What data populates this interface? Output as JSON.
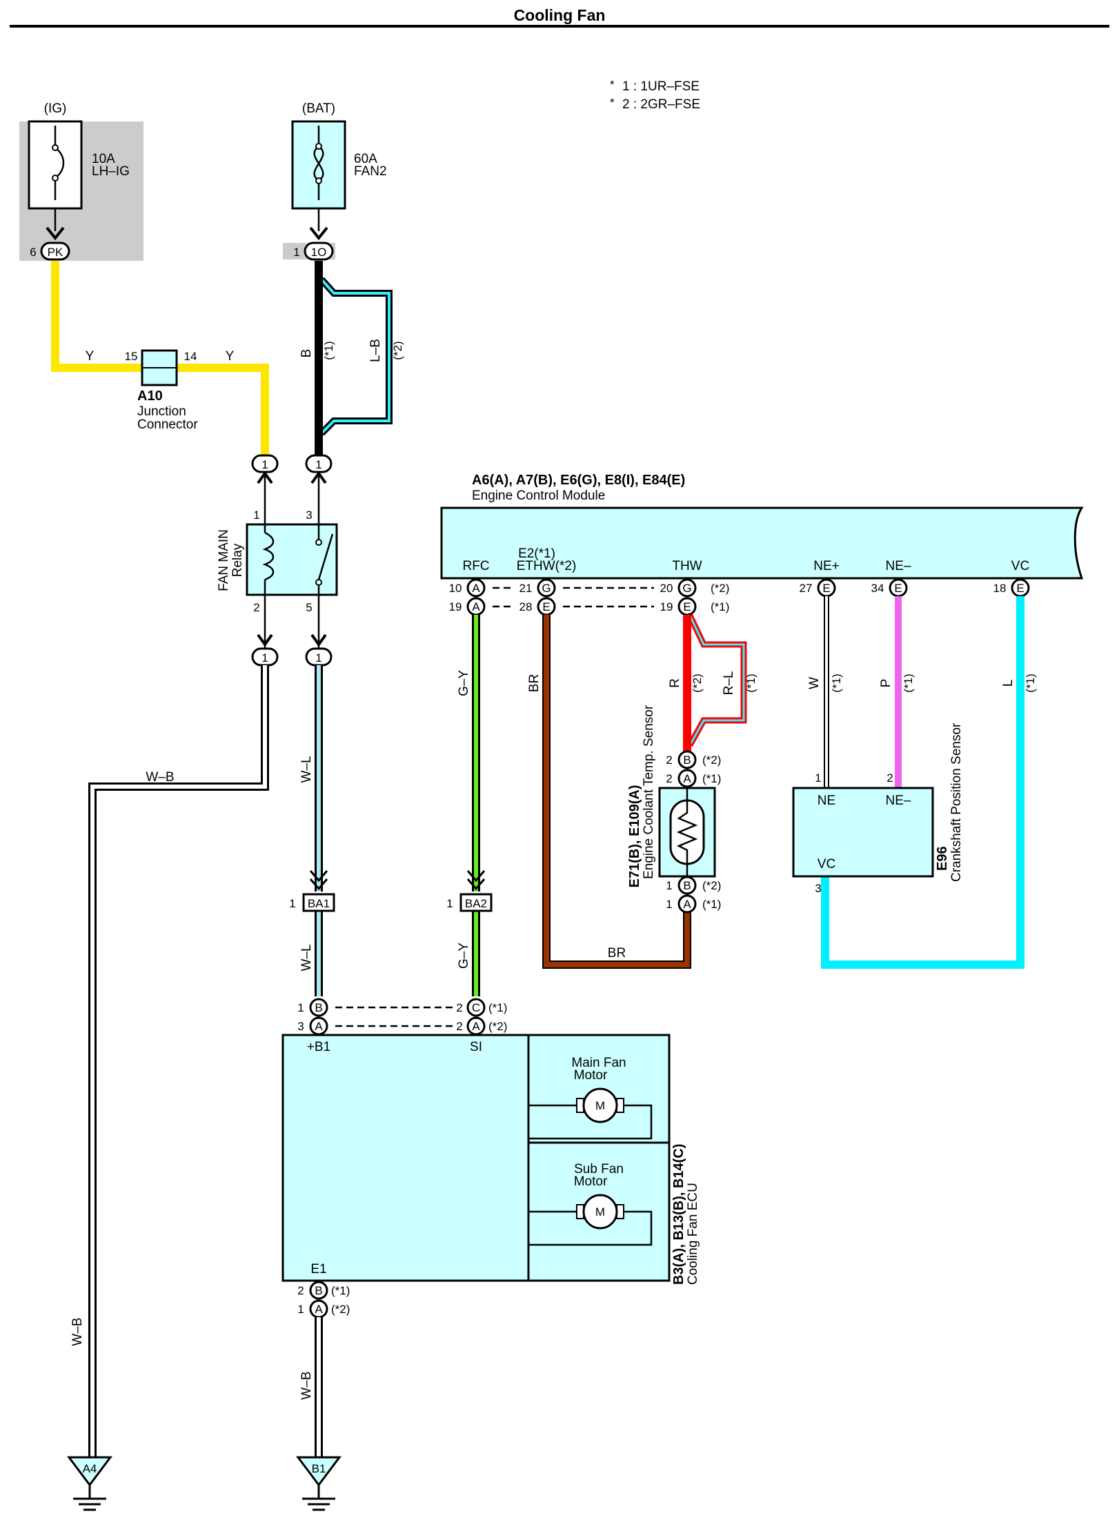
{
  "title": "Cooling Fan",
  "notes": [
    "1 : 1UR–FSE",
    "2 : 2GR–FSE"
  ],
  "note_star": "*",
  "power": {
    "ig": {
      "source": "(IG)",
      "amp": "10A",
      "name": "LH–IG",
      "pin": "6",
      "conn": "PK"
    },
    "bat": {
      "source": "(BAT)",
      "amp": "60A",
      "name": "FAN2",
      "pin": "1",
      "conn": "1O"
    }
  },
  "junction": {
    "code": "A10",
    "line1": "Junction",
    "line2": "Connector",
    "pin_left": "15",
    "pin_right": "14"
  },
  "relay": {
    "line1": "FAN MAIN",
    "line2": "Relay",
    "pin1": "1",
    "pin3": "3",
    "pin2": "2",
    "pin5": "5"
  },
  "ecm": {
    "codes": "A6(A), A7(B), E6(G), E8(I), E84(E)",
    "name": "Engine Control Module",
    "terminals": {
      "rfc": "RFC",
      "e2": "E2(*1)",
      "ethw": "ETHW(*2)",
      "thw": "THW",
      "nep": "NE+",
      "nem": "NE–",
      "vc": "VC"
    },
    "pins": {
      "rfc_a": "10",
      "rfc_b": "19",
      "e2_a": "21",
      "e2_b": "28",
      "thw_a": "20",
      "thw_b": "19",
      "nep": "27",
      "nem": "34",
      "vc": "18"
    },
    "letters": {
      "A": "A",
      "G": "G",
      "E": "E",
      "B": "B",
      "C": "C"
    },
    "variants": {
      "v1": "(*1)",
      "v2": "(*2)"
    }
  },
  "wires": {
    "y": "Y",
    "b": "B",
    "lb": "L–B",
    "wb": "W–B",
    "wl": "W–L",
    "gy": "G–Y",
    "br": "BR",
    "r": "R",
    "rl": "R–L",
    "w": "W",
    "p": "P",
    "l": "L"
  },
  "sensor_coolant": {
    "codes": "E71(B), E109(A)",
    "name": "Engine Coolant Temp. Sensor",
    "pin_top": "2",
    "pin_bot": "1"
  },
  "sensor_crank": {
    "code": "E96",
    "name": "Crankshaft Position Sensor",
    "t_ne": "NE",
    "t_nem": "NE–",
    "t_vc": "VC",
    "pin1": "1",
    "pin2": "2",
    "pin3": "3"
  },
  "ecu_fan": {
    "codes": "B3(A), B13(B), B14(C)",
    "name": "Cooling Fan ECU",
    "t_b1": "+B1",
    "t_si": "SI",
    "t_e1": "E1",
    "main_motor_1": "Main Fan",
    "main_motor_2": "Motor",
    "sub_motor_1": "Sub Fan",
    "sub_motor_2": "Motor",
    "motor": "M",
    "pin_b1_1": "1",
    "pin_b1_3": "3",
    "pin_si_2a": "2",
    "pin_si_2b": "2",
    "pin_e1_2": "2",
    "pin_e1_1": "1"
  },
  "connectors": {
    "ba1": "BA1",
    "ba2": "BA2",
    "ba1_pin": "1",
    "ba2_pin": "1",
    "inline": "1"
  },
  "grounds": {
    "a4": "A4",
    "b1": "B1"
  },
  "colors": {
    "yellow": "#ffe600",
    "black": "#000000",
    "blue_light": "#33eeff",
    "green": "#66ee22",
    "brown": "#993300",
    "red": "#ff0000",
    "magenta": "#ee66ee",
    "cyan": "#00f0ff",
    "box_fill": "#ccffff",
    "gray_bg": "#cccccc"
  }
}
